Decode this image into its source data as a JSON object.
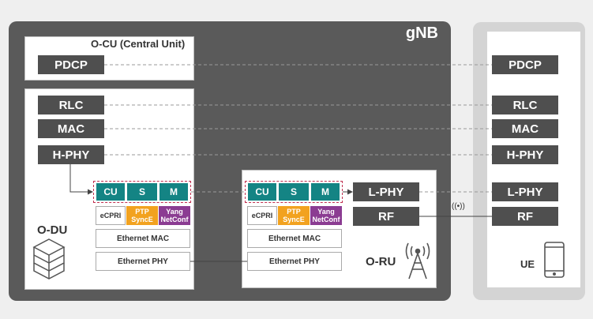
{
  "gnb_label": "gNB",
  "ocu": {
    "title": "O-CU (Central Unit)",
    "pdcp": "PDCP"
  },
  "odu": {
    "rlc": "RLC",
    "mac": "MAC",
    "hphy": "H-PHY",
    "plane": {
      "cu": "CU",
      "s": "S",
      "m": "M"
    },
    "proto": {
      "ecpri": "eCPRI",
      "ptp": "PTP\nSyncE",
      "yang": "Yang\nNetConf"
    },
    "eth_mac": "Ethernet MAC",
    "eth_phy": "Ethernet PHY",
    "label": "O-DU"
  },
  "oru": {
    "plane": {
      "cu": "CU",
      "s": "S",
      "m": "M"
    },
    "proto": {
      "ecpri": "eCPRI",
      "ptp": "PTP\nSyncE",
      "yang": "Yang\nNetConf"
    },
    "eth_mac": "Ethernet MAC",
    "eth_phy": "Ethernet PHY",
    "lphy": "L-PHY",
    "rf": "RF",
    "label": "O-RU"
  },
  "ue": {
    "pdcp": "PDCP",
    "rlc": "RLC",
    "mac": "MAC",
    "hphy": "H-PHY",
    "lphy": "L-PHY",
    "rf": "RF",
    "label": "UE"
  },
  "wireless_symbol": "((•))",
  "colors": {
    "block": "#4f4f4f",
    "teal": "#148484",
    "orange": "#f2a21f",
    "purple": "#8b3c92",
    "gnb_bg": "#5a5a5a"
  },
  "icons": [
    "server-stack-icon",
    "antenna-tower-icon",
    "smartphone-icon",
    "wireless-signal-icon"
  ]
}
